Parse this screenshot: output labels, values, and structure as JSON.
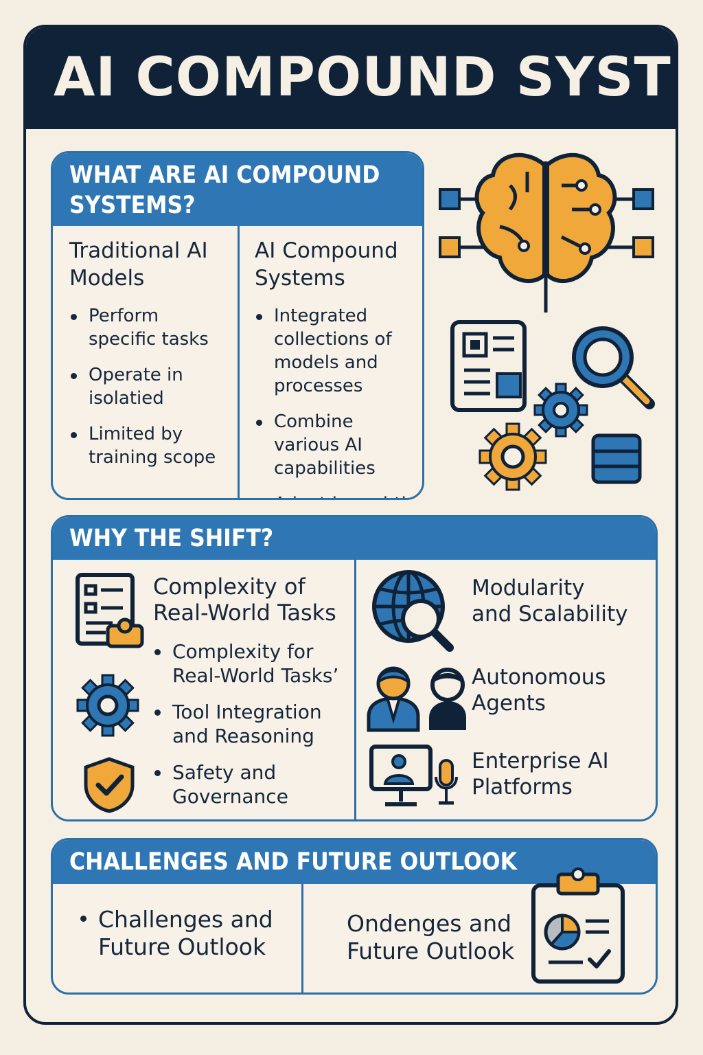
{
  "title": "AI COMPOUND SYSTEMS",
  "what": {
    "heading": "WHAT ARE AI COMPOUND SYSTEMS?",
    "traditional": {
      "title": "Traditional AI Models",
      "bullets": [
        "Perform specific tasks",
        "Operate in isolatied",
        "Limited by training scope"
      ]
    },
    "compound": {
      "title": "AI Compound Systems",
      "bullets": [
        "Integrated collections of models and processes",
        "Combine various AI capabilities",
        "Adapt in real-time"
      ]
    }
  },
  "why": {
    "heading": "WHY THE SHIFT?",
    "left_title": "Complexity of Real-World Tasks",
    "left_bullets": [
      "Complexity for Real-World Tasks’",
      "Tool Integration and Reasoning",
      "Safety and Governance"
    ],
    "right_items": [
      "Modularity and Scalability",
      "Autonomous Agents",
      "Enterprise AI Platforms"
    ]
  },
  "challenges": {
    "heading": "CHALLENGES AND FUTURE OUTLOOK",
    "left_bullet": "Challenges and Future Outlook",
    "right_text": "Ondenges and Future Outlook"
  },
  "colors": {
    "navy": "#0f2237",
    "blue": "#2f77b4",
    "orange": "#f0a83a",
    "cream": "#f6efe4"
  },
  "icons": [
    "brain-icon",
    "document-icon",
    "magnifier-icon",
    "gear-icon",
    "database-icon",
    "checklist-icon",
    "shield-check-icon",
    "globe-search-icon",
    "people-icon",
    "monitor-mic-icon",
    "clipboard-chart-icon"
  ]
}
